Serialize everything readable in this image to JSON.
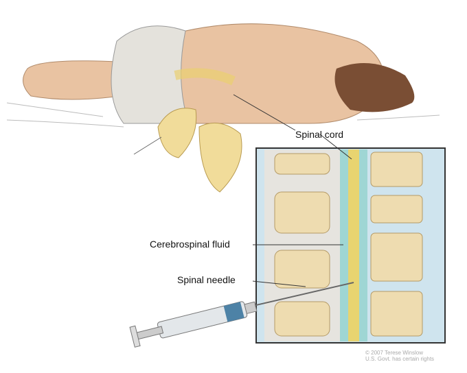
{
  "labels": {
    "spinal_cord": "Spinal cord",
    "csf": "Cerebrospinal fluid",
    "needle": "Spinal needle"
  },
  "credit": {
    "line1": "© 2007 Terese Winslow",
    "line2": "U.S. Govt. has certain rights"
  },
  "colors": {
    "skin": "#e9c3a2",
    "shorts": "#e4e2dc",
    "glove": "#f1dc9a",
    "hair": "#7a4e34",
    "bone": "#eedcb0",
    "csf": "#9fd6d4",
    "cord": "#e8d470",
    "inset_bg": "#cfe4ee"
  }
}
